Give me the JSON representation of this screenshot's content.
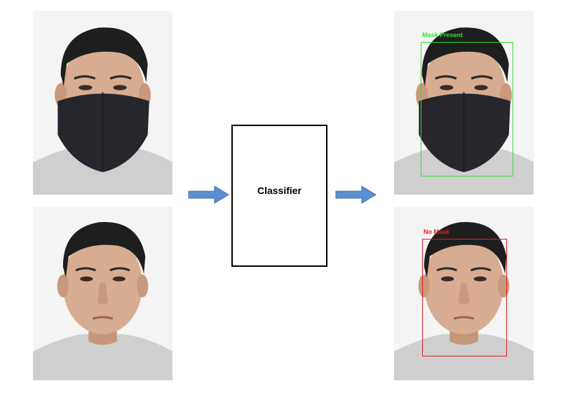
{
  "classifier": {
    "label": "Classifier"
  },
  "detections": {
    "mask": {
      "label": "Mask Present",
      "color": "#33dd33"
    },
    "no_mask": {
      "label": "No Mask",
      "color": "#e02020"
    }
  },
  "colors": {
    "arrow_fill": "#5b8fcf",
    "arrow_stroke": "#3f6fa8",
    "box_border": "#000000"
  },
  "icons": {
    "input_masked": "person-face-with-mask-photo",
    "input_unmasked": "person-face-photo",
    "arrow_in": "right-arrow-icon",
    "arrow_out": "right-arrow-icon"
  }
}
